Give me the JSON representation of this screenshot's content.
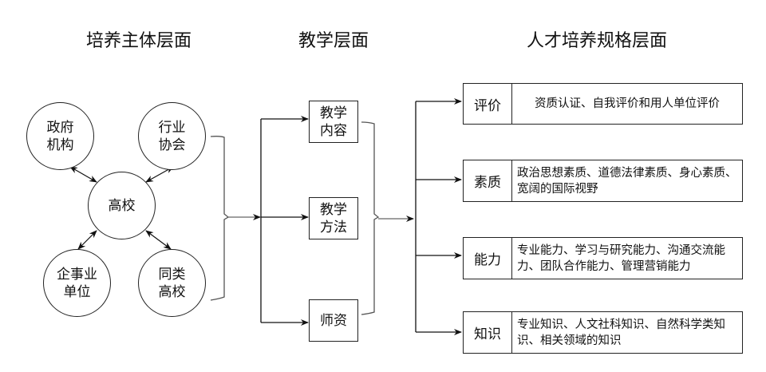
{
  "titles": {
    "subject_level": "培养主体层面",
    "teaching_level": "教学层面",
    "talent_level": "人才培养规格层面"
  },
  "subjects": {
    "center": "高校",
    "government": [
      "政府",
      "机构"
    ],
    "industry": [
      "行业",
      "协会"
    ],
    "enterprise": [
      "企事业",
      "单位"
    ],
    "peer_universities": [
      "同类",
      "高校"
    ]
  },
  "teaching": [
    {
      "lines": [
        "教学",
        "内容"
      ]
    },
    {
      "lines": [
        "教学",
        "方法"
      ]
    },
    {
      "lines": [
        "师资"
      ]
    }
  ],
  "specs": [
    {
      "label": "评价",
      "desc": "资质认证、自我评价和用人单位评价"
    },
    {
      "label": "素质",
      "desc": "政治思想素质、道德法律素质、身心素质、宽阔的国际视野"
    },
    {
      "label": "能力",
      "desc": "专业能力、学习与研究能力、沟通交流能力、团队合作能力、管理营销能力"
    },
    {
      "label": "知识",
      "desc": "专业知识、人文社科知识、自然科学类知识、相关领域的知识"
    }
  ]
}
